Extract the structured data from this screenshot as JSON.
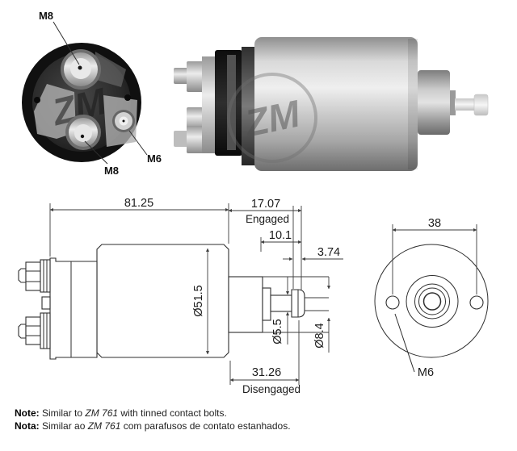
{
  "branding": {
    "watermark": "ZM"
  },
  "photos": {
    "end_view_labels": {
      "top_bolt": "M8",
      "bottom_bolt": "M8",
      "aux_bolt": "M6"
    }
  },
  "drawing": {
    "side_view": {
      "overall_length": "81.25",
      "engaged_travel": "17.07",
      "engaged_label": "Engaged",
      "plunger_protrusion": "10.1",
      "tip_length": "3.74",
      "body_diameter": "Ø51.5",
      "shaft_diameter": "Ø5.5",
      "tip_diameter": "Ø8.4",
      "disengaged_travel": "31.26",
      "disengaged_label": "Disengaged"
    },
    "front_view": {
      "mount_hole_spacing": "38",
      "mount_hole_thread": "M6"
    }
  },
  "notes": {
    "en": {
      "label": "Note:",
      "prefix": "Similar to ",
      "model": "ZM 761",
      "suffix": " with tinned contact bolts."
    },
    "pt": {
      "label": "Nota:",
      "prefix": "Similar ao ",
      "model": "ZM 761",
      "suffix": " com parafusos de contato estanhados."
    }
  },
  "colors": {
    "line": "#3c3c3c",
    "cap_black": "#141414",
    "metal_light": "#efefef",
    "metal_mid": "#b4b4b4",
    "metal_dark": "#707070"
  }
}
